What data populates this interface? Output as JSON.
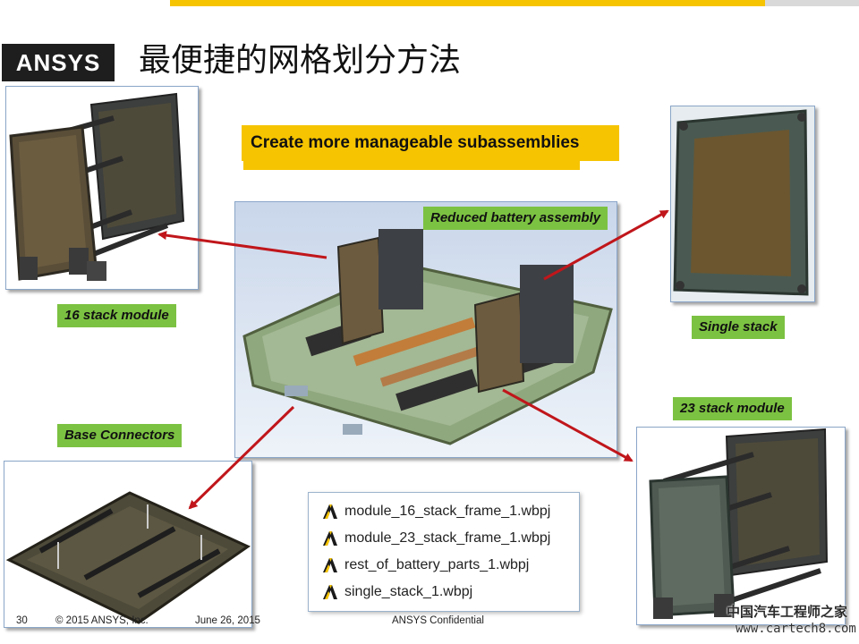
{
  "header": {
    "brand": "ANSYS",
    "title": "最便捷的网格划分方法"
  },
  "callout": {
    "text": "Create more manageable subassemblies"
  },
  "labels": {
    "reduced": "Reduced battery assembly",
    "module16": "16 stack module",
    "single": "Single stack",
    "stack23": "23 stack module",
    "base": "Base Connectors"
  },
  "files": [
    "module_16_stack_frame_1.wbpj",
    "module_23_stack_frame_1.wbpj",
    "rest_of_battery_parts_1.wbpj",
    "single_stack_1.wbpj"
  ],
  "footer": {
    "page": "30",
    "copyright": "© 2015 ANSYS, Inc.",
    "date": "June 26, 2015",
    "confidential": "ANSYS Confidential"
  },
  "watermark": {
    "line1": "中国汽车工程师之家",
    "line2": "www.cartech8.com"
  },
  "colors": {
    "accent_yellow": "#f6c400",
    "label_green": "#7cc242",
    "arrow_red": "#c0161b"
  },
  "icons": [
    "ansys-workbench-icon"
  ]
}
